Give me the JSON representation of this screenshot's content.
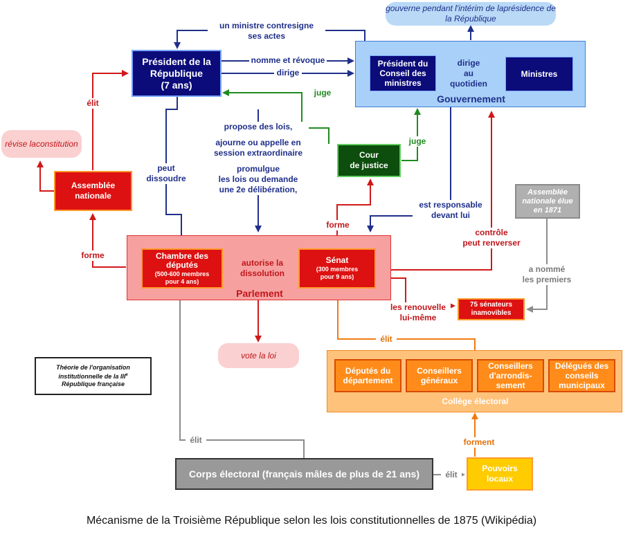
{
  "president": {
    "l1": "Président de la",
    "l2": "République",
    "l3": "(7 ans)"
  },
  "gouvernement": {
    "label": "Gouvernement",
    "pres_conseil": {
      "l1": "Président du",
      "l2": "Conseil des",
      "l3": "ministres"
    },
    "ministres": "Ministres",
    "dirige_quotidien": {
      "l1": "dirige",
      "l2": "au",
      "l3": "quotidien"
    }
  },
  "interim": {
    "l1": "gouverne pendant l'intérim de la",
    "l2": "présidence de la République"
  },
  "cour": {
    "l1": "Cour",
    "l2": "de justice"
  },
  "assemblee": {
    "l1": "Assemblée",
    "l2": "nationale"
  },
  "revise": {
    "l1": "révise la",
    "l2": "constitution"
  },
  "assemblee_1871": {
    "l1": "Assemblée",
    "l2": "nationale élue",
    "l3": "en 1871"
  },
  "parlement": {
    "label": "Parlement",
    "chambre": {
      "l1": "Chambre des",
      "l2": "députés",
      "l3": "(500-600 membres",
      "l4": "pour 4 ans)"
    },
    "senat": {
      "l1": "Sénat",
      "l2": "(300 membres",
      "l3": "pour 9 ans)"
    }
  },
  "senateurs_inamovibles": {
    "l1": "75 sénateurs",
    "l2": "inamovibles"
  },
  "vote_loi": "vote la loi",
  "theory": {
    "l1": "Théorie de l'organisation",
    "l2": "institutionnelle de la III",
    "sup": "e",
    "l3": "République française"
  },
  "college": {
    "label": "Collège électoral",
    "items": [
      {
        "l1": "Députés du",
        "l2": "département"
      },
      {
        "l1": "Conseillers",
        "l2": "généraux"
      },
      {
        "l1": "Conseillers",
        "l2": "d'arrondis-",
        "l3": "sement"
      },
      {
        "l1": "Délégués des",
        "l2": "conseils",
        "l3": "municipaux"
      }
    ]
  },
  "corps": "Corps électoral (français mâles de plus de 21 ans)",
  "pouvoirs": {
    "l1": "Pouvoirs",
    "l2": "locaux"
  },
  "labels": {
    "contresigne1": "un ministre contresigne",
    "contresigne2": "ses actes",
    "nomme": "nomme et révoque",
    "dirige": "dirige",
    "juge1": "juge",
    "juge2": "juge",
    "elit_pres": "élit",
    "propose1": "propose des lois,",
    "propose2": "ajourne ou appelle en",
    "propose3": "session extraordinaire",
    "propose4": "promulgue",
    "propose5": "les lois ou demande",
    "propose6": "une 2e délibération,",
    "dissoudre1": "peut",
    "dissoudre2": "dissoudre",
    "responsable1": "est responsable",
    "responsable2": "devant lui",
    "controle1": "contrôle",
    "controle2": "peut renverser",
    "forme_senat": "forme",
    "forme_ass": "forme",
    "autorise1": "autorise la",
    "autorise2": "dissolution",
    "renouvelle1": "les renouvelle",
    "renouvelle2": "lui-même",
    "nomme_premiers1": "a nommé",
    "nomme_premiers2": "les premiers",
    "elit_senat": "élit",
    "elit_chambre": "élit",
    "elit_pouvoirs": "élit",
    "forment": "forment"
  },
  "caption": "Mécanisme de la Troisième République selon les lois constitutionnelles de 1875 (Wikipédia)",
  "colors": {
    "navy": "#0b0b7a",
    "red": "#dd1111",
    "green": "#0d4d0d",
    "light_blue": "#a8d0f8",
    "pink": "#f7a0a0",
    "orange": "#ff8c1a",
    "light_orange": "#ffc27a",
    "yellow": "#ffcc00",
    "grey": "#a0a0a0"
  }
}
